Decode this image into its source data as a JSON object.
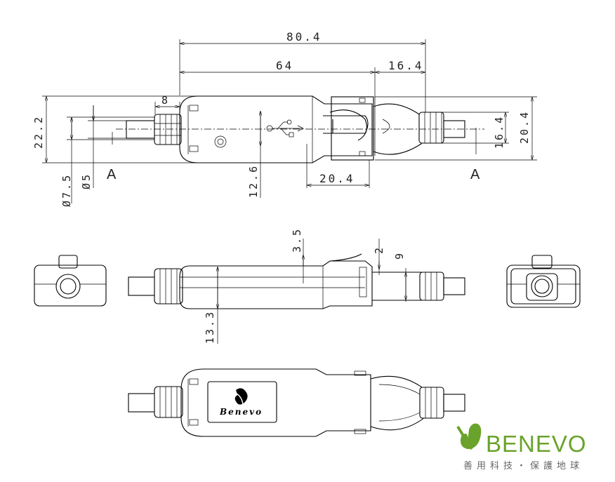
{
  "dimensions": {
    "overall_length": "80.4",
    "body_length": "64",
    "right_section_length": "16.4",
    "left_width": "22.2",
    "right_width": "20.4",
    "right_inner_height": "16.4",
    "sleeve_length": "8",
    "dia_outer": "Ø7.5",
    "dia_inner": "Ø5",
    "center_offset": "12.6",
    "bottom_length": "20.4",
    "clip_height": "3.5",
    "clip_gap": "2",
    "side_height": "9",
    "body_height": "13.3"
  },
  "section_marks": {
    "left": "A",
    "right": "A"
  },
  "product_label": "Benevo",
  "logo": {
    "brand": "BENEVO",
    "slogan": "善用科技・保護地球",
    "color": "#6aa32b"
  }
}
